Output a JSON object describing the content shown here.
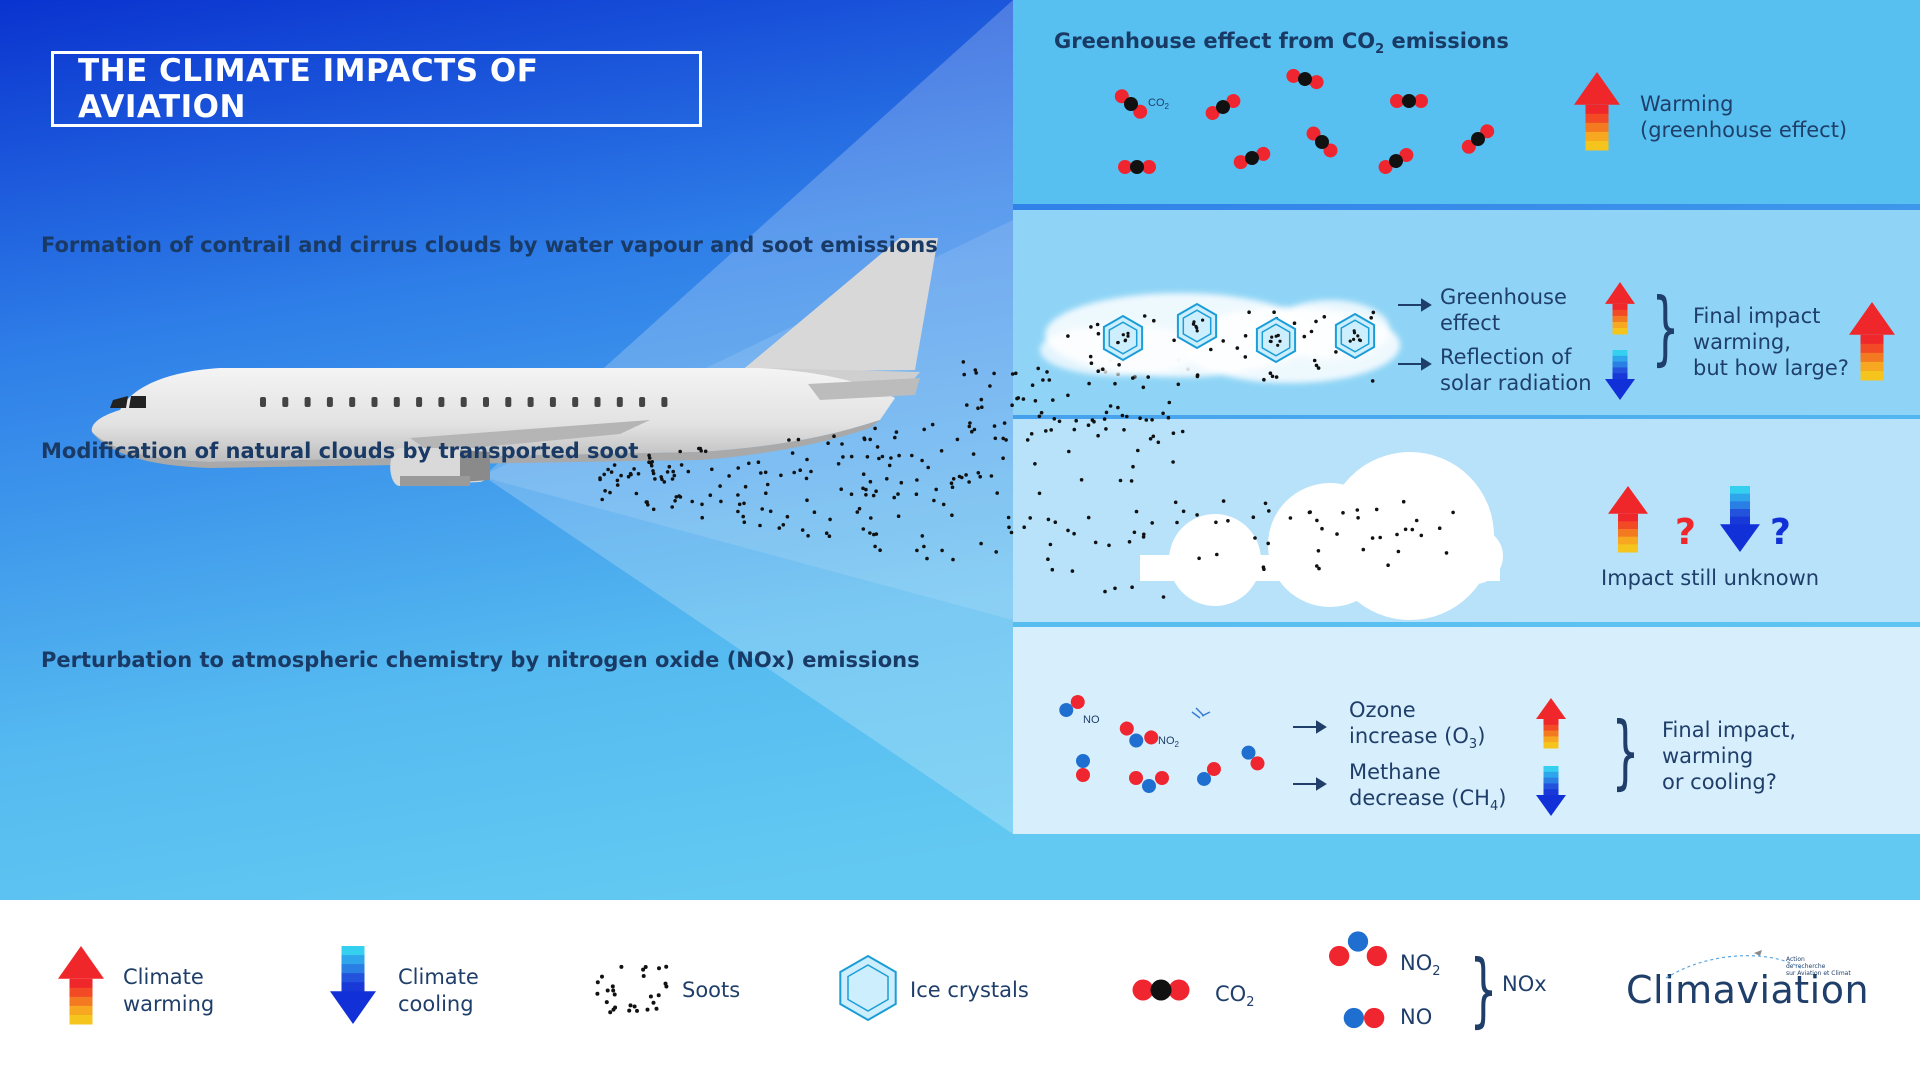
{
  "title": "THE CLIMATE IMPACTS OF AVIATION",
  "panels": {
    "co2": {
      "title_pre": "Greenhouse effect from CO",
      "title_sub": "2",
      "title_post": " emissions",
      "molecule_label_pre": "CO",
      "molecule_label_sub": "2",
      "effect_line1": "Warming",
      "effect_line2": "(greenhouse effect)"
    },
    "contrail": {
      "title": "Formation of contrail and cirrus clouds by water vapour and soot emissions",
      "greenhouse_line1": "Greenhouse",
      "greenhouse_line2": "effect",
      "reflection_line1": "Reflection of",
      "reflection_line2": "solar radiation",
      "final_line1": "Final impact",
      "final_line2": "warming,",
      "final_line3": "but how large?"
    },
    "natural": {
      "title": "Modification of natural clouds by transported soot",
      "question_mark": "?",
      "impact": "Impact still unknown"
    },
    "nox": {
      "title": "Perturbation to atmospheric chemistry by nitrogen oxide (NOx) emissions",
      "no_label": "NO",
      "no2_label_pre": "NO",
      "no2_label_sub": "2",
      "ozone_line1": "Ozone",
      "ozone_line2_pre": "increase (O",
      "ozone_line2_sub": "3",
      "ozone_line2_post": ")",
      "methane_line1": "Methane",
      "methane_line2_pre": "decrease (CH",
      "methane_line2_sub": "4",
      "methane_line2_post": ")",
      "final_line1": "Final impact,",
      "final_line2": "warming",
      "final_line3": "or cooling?"
    }
  },
  "legend": {
    "warming_line1": "Climate",
    "warming_line2": "warming",
    "cooling_line1": "Climate",
    "cooling_line2": "cooling",
    "soots": "Soots",
    "ice": "Ice crystals",
    "co2_pre": "CO",
    "co2_sub": "2",
    "no2_pre": "NO",
    "no2_sub": "2",
    "no": "NO",
    "nox": "NOx"
  },
  "logo": {
    "name": "Climaviation",
    "tagline_line1": "Action",
    "tagline_line2": "de recherche",
    "tagline_line3": "sur Aviation et Climat"
  },
  "colors": {
    "sky_top": "#0b3fd6",
    "sky_bottom": "#5ec8f2",
    "warming_red": "#f0272a",
    "cooling_blue": "#1230d8",
    "title_navy": "#1a3a66",
    "oxygen_red": "#ef2530",
    "carbon_black": "#111111",
    "nitrogen_blue": "#1f6fd1"
  },
  "icons": {
    "warming": "arrow-up-gradient-icon",
    "cooling": "arrow-down-gradient-icon",
    "soot": "soot-dots-icon",
    "ice": "ice-crystal-hexagon-icon",
    "co2": "co2-molecule-icon",
    "no2": "no2-molecule-icon",
    "no": "no-molecule-icon"
  }
}
